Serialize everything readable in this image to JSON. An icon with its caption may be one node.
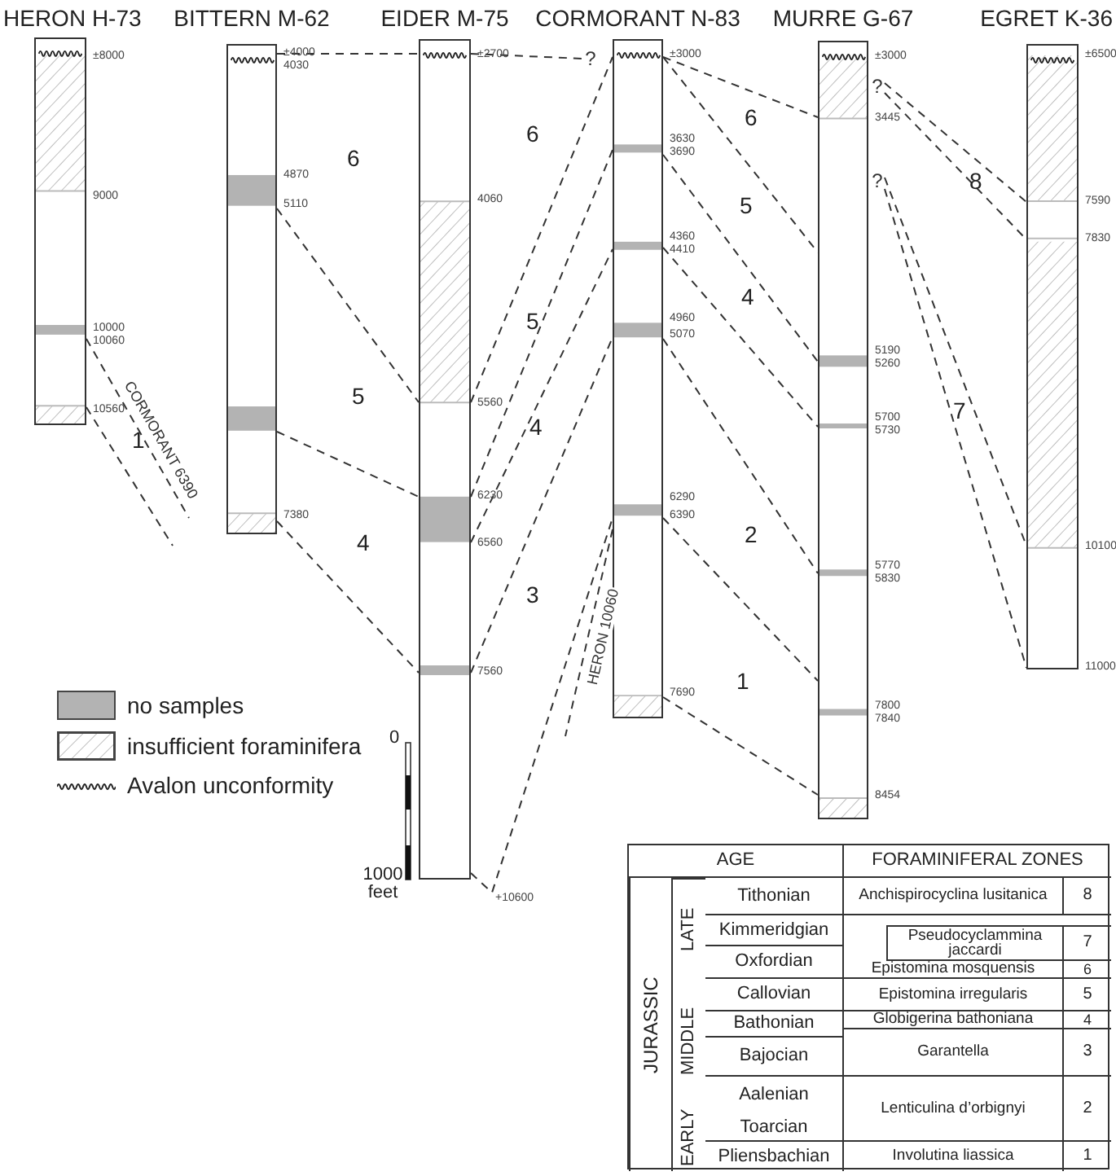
{
  "diagram": {
    "nodes": [
      {
        "text": [
          "HERON H-73"
        ],
        "beside": [
          "±8000",
          "9000",
          "10000",
          "10060",
          "10560"
        ]
      },
      {
        "text": [
          "BITTERN M-62"
        ],
        "beside": [
          "±4000",
          "4030",
          "4870",
          "5110",
          "7380"
        ]
      },
      {
        "text": [
          "EIDER M-75"
        ],
        "beside": [
          "±2700",
          "4060",
          "5560",
          "6230",
          "6560",
          "7560",
          "+10600"
        ]
      },
      {
        "text": [
          "CORMORANT N-83"
        ],
        "beside": [
          "±3000",
          "3630",
          "3690",
          "4360",
          "4410",
          "4960",
          "5070",
          "6290",
          "6390",
          "7690"
        ]
      },
      {
        "text": [
          "MURRE G-67"
        ],
        "beside": [
          "±3000",
          "3445",
          "5190",
          "5260",
          "5700",
          "5730",
          "5770",
          "5830",
          "7800",
          "7840",
          "8454"
        ]
      },
      {
        "text": [
          "EGRET K-36"
        ],
        "beside": [
          "±6500",
          "7590",
          "7830",
          "10100",
          "11000"
        ]
      },
      {
        "text": [
          "?"
        ]
      },
      {
        "text": [
          "?"
        ]
      },
      {
        "text": [
          "?"
        ]
      }
    ],
    "edges": [
      {
        "from": 0,
        "to": null,
        "arrow": "none",
        "style": "dashed",
        "label": "CORMORANT 6390"
      },
      {
        "from": 0,
        "to": null,
        "arrow": "none",
        "style": "dashed"
      },
      {
        "from": 1,
        "to": 2,
        "arrow": "none",
        "style": "dashed"
      },
      {
        "from": 2,
        "to": 6,
        "arrow": "none",
        "style": "dashed"
      },
      {
        "from": 1,
        "to": 2,
        "arrow": "none",
        "style": "dashed"
      },
      {
        "from": 1,
        "to": 2,
        "arrow": "none",
        "style": "dashed"
      },
      {
        "from": 1,
        "to": 2,
        "arrow": "none",
        "style": "dashed"
      },
      {
        "from": 2,
        "to": 3,
        "arrow": "none",
        "style": "dashed"
      },
      {
        "from": 2,
        "to": 3,
        "arrow": "none",
        "style": "dashed"
      },
      {
        "from": 2,
        "to": 3,
        "arrow": "none",
        "style": "dashed"
      },
      {
        "from": 2,
        "to": 3,
        "arrow": "none",
        "style": "dashed"
      },
      {
        "from": 2,
        "to": 3,
        "arrow": "none",
        "style": "dashed"
      },
      {
        "from": 3,
        "to": null,
        "arrow": "none",
        "style": "dashed",
        "label": "HERON 10060"
      },
      {
        "from": 3,
        "to": 4,
        "arrow": "none",
        "style": "dashed"
      },
      {
        "from": 3,
        "to": 4,
        "arrow": "none",
        "style": "dashed"
      },
      {
        "from": 3,
        "to": 4,
        "arrow": "none",
        "style": "dashed"
      },
      {
        "from": 3,
        "to": 4,
        "arrow": "none",
        "style": "dashed"
      },
      {
        "from": 3,
        "to": 4,
        "arrow": "none",
        "style": "dashed"
      },
      {
        "from": 3,
        "to": 4,
        "arrow": "none",
        "style": "dashed"
      },
      {
        "from": 3,
        "to": 4,
        "arrow": "none",
        "style": "dashed"
      },
      {
        "from": 7,
        "to": 5,
        "arrow": "none",
        "style": "dashed"
      },
      {
        "from": 7,
        "to": 5,
        "arrow": "none",
        "style": "dashed"
      },
      {
        "from": 8,
        "to": 5,
        "arrow": "none",
        "style": "dashed"
      },
      {
        "from": 8,
        "to": 5,
        "arrow": "none",
        "style": "dashed"
      }
    ],
    "labels": [
      "6",
      "6",
      "6",
      "8",
      "5",
      "4",
      "5",
      "5",
      "4",
      "7",
      "1",
      "2",
      "4",
      "3",
      "1",
      "0",
      "1000 feet",
      "AGE",
      "FORAMINIFERAL ZONES",
      "JURASSIC",
      "LATE",
      "Tithonian",
      "Anchispirocyclina lusitanica",
      "8",
      "Kimmeridgian",
      "Pseudocyclammina jaccardi",
      "7",
      "Oxfordian",
      "Epistomina mosquensis",
      "6",
      "MIDDLE",
      "Callovian",
      "Epistomina irregularis",
      "5",
      "Bathonian",
      "Globigerina bathoniana",
      "4",
      "Bajocian",
      "Garantella",
      "3",
      "Aalenian",
      "Lenticulina d’orbignyi",
      "2",
      "EARLY",
      "Toarcian",
      "Pliensbachian",
      "Involutina liassica",
      "1"
    ],
    "legend": [
      {
        "text": "no samples",
        "color": "#b3b3b3"
      },
      {
        "text": "insufficient foraminifera"
      },
      {
        "text": "Avalon unconformity"
      }
    ]
  }
}
